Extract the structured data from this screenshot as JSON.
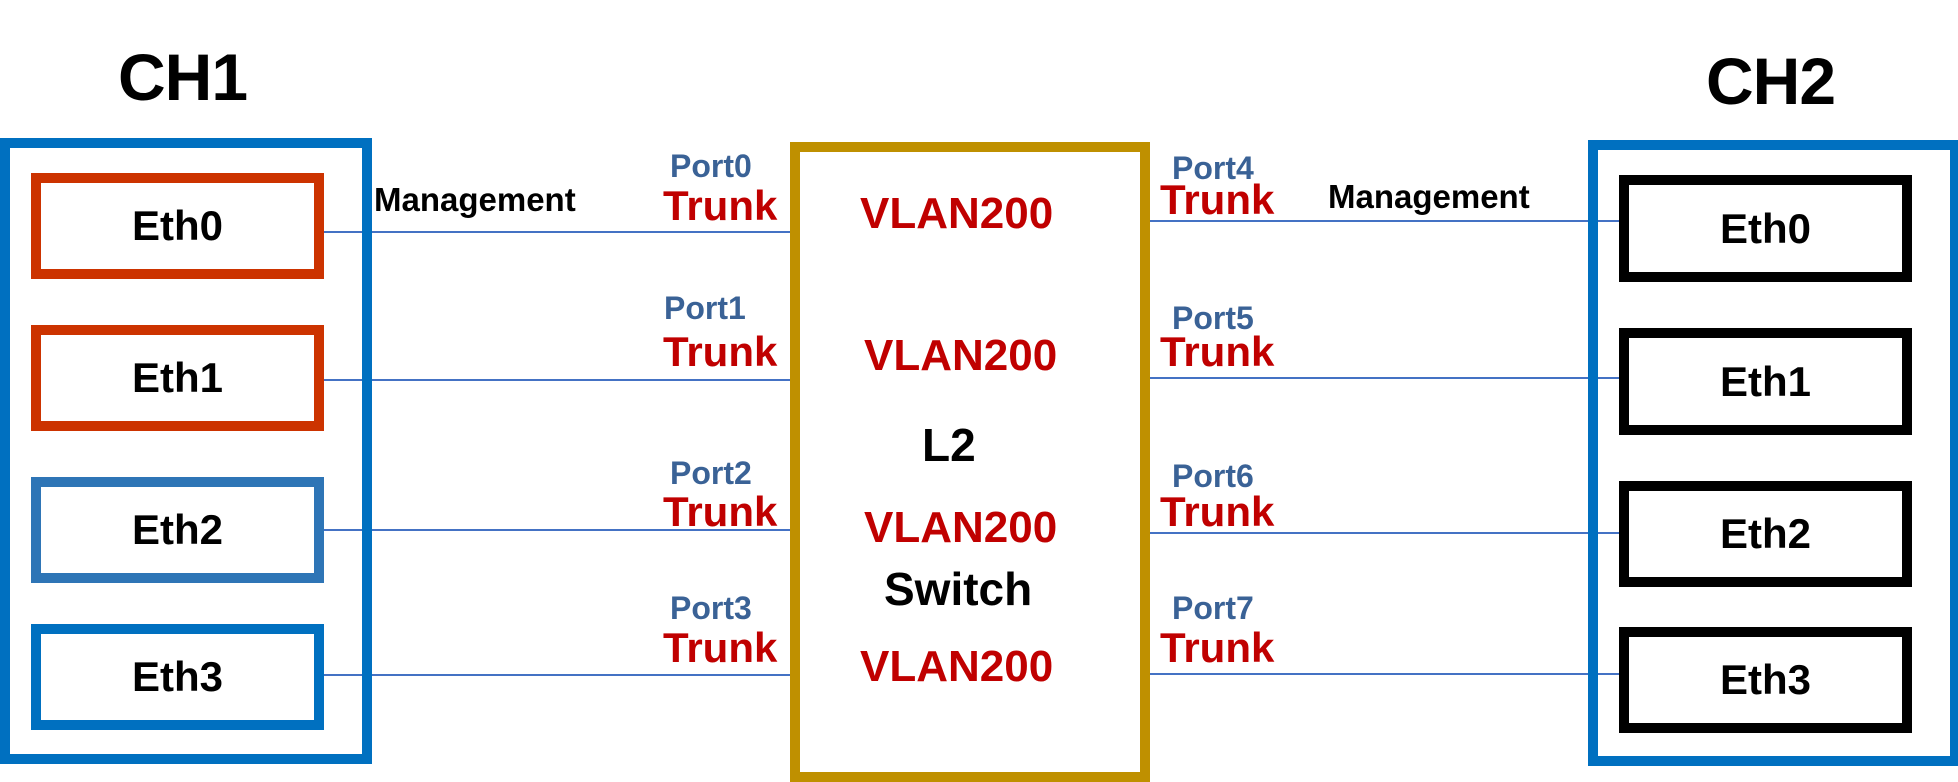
{
  "chassis": [
    {
      "title": "CH1",
      "interfaces": [
        {
          "label": "Eth0",
          "border_color": "#CC3300"
        },
        {
          "label": "Eth1",
          "border_color": "#CC3300"
        },
        {
          "label": "Eth2",
          "border_color": "#2E75B6"
        },
        {
          "label": "Eth3",
          "border_color": "#0070C0"
        }
      ],
      "chassis_border_color": "#0070C0"
    },
    {
      "title": "CH2",
      "interfaces": [
        {
          "label": "Eth0",
          "border_color": "#000000"
        },
        {
          "label": "Eth1",
          "border_color": "#000000"
        },
        {
          "label": "Eth2",
          "border_color": "#000000"
        },
        {
          "label": "Eth3",
          "border_color": "#000000"
        }
      ],
      "chassis_border_color": "#0070C0"
    }
  ],
  "switch": {
    "label_line1": "L2",
    "label_line2": "Switch",
    "border_color": "#BF9000",
    "vlans": [
      "VLAN200",
      "VLAN200",
      "VLAN200",
      "VLAN200"
    ]
  },
  "ports_left": [
    {
      "name": "Port0",
      "mode": "Trunk"
    },
    {
      "name": "Port1",
      "mode": "Trunk"
    },
    {
      "name": "Port2",
      "mode": "Trunk"
    },
    {
      "name": "Port3",
      "mode": "Trunk"
    }
  ],
  "ports_right": [
    {
      "name": "Port4",
      "mode": "Trunk"
    },
    {
      "name": "Port5",
      "mode": "Trunk"
    },
    {
      "name": "Port6",
      "mode": "Trunk"
    },
    {
      "name": "Port7",
      "mode": "Trunk"
    }
  ],
  "link_labels": {
    "left_management": "Management",
    "right_management": "Management"
  },
  "colors": {
    "port_text": "#3A6296",
    "trunk_text": "#C00000",
    "vlan_text": "#C00000",
    "link_line": "#4472C4"
  }
}
